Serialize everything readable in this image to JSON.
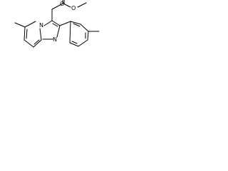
{
  "diagram": {
    "type": "chemical-structure",
    "atom_labels": {
      "n_bridgehead": "N",
      "n_imine": "N",
      "o_carbonyl": "O",
      "o_ester": "O"
    },
    "colors": {
      "bond": "#000000",
      "label": "#000000",
      "background": "#ffffff"
    }
  }
}
